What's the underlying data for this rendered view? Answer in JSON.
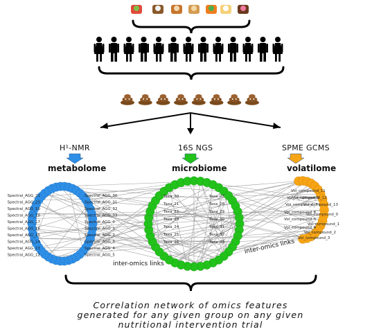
{
  "omics": [
    {
      "tech": "H¹-NMR",
      "name": "metabolome",
      "color": "#2f8fe6"
    },
    {
      "tech": "16S NGS",
      "name": "microbiome",
      "color": "#22c21b"
    },
    {
      "tech": "SPME GCMS",
      "name": "volatilome",
      "color": "#f7a516"
    }
  ],
  "network": {
    "metabolome_labels": [
      "Spectral_AGG_21",
      "Spectral_AGG_20",
      "Spectral_AGG_19",
      "Spectral_AGG_18",
      "Spectral_AGG_17",
      "Spectral_AGG_16",
      "Spectral_AGG_15",
      "Spectral_AGG_14",
      "Spectral_AGG_13",
      "Spectral_AGG_12",
      "Spectral_AGG_30",
      "Spectral_AGG_31",
      "Spectral_AGG_32",
      "Spectral_AGG_33",
      "Spectral_AGG_0",
      "Spectral_AGG_1",
      "Spectral_AGG_2",
      "Spectral_AGG_3",
      "Spectral_AGG_4",
      "Spectral_AGG_5"
    ],
    "microbiome_labels": [
      "Taxa_20",
      "Taxa_21",
      "Taxa_22",
      "Taxa_23",
      "Taxa_24",
      "Taxa_25",
      "Taxa_26",
      "Taxa_27",
      "Taxa_28",
      "Taxa_29",
      "Taxa_30",
      "Taxa_31",
      "Taxa_32",
      "Taxa_33"
    ],
    "volatilome_labels": [
      "Vol_compound_11",
      "Vol_compound_12",
      "Vol_compound_13",
      "Vol_compound_0",
      "Vol_compound_1",
      "Vol_compound_2",
      "Vol_compound_3",
      "Vol_compound_4",
      "Vol_compound_5",
      "Vol_compound_6",
      "Vol_compound_7",
      "Vol_compound_8"
    ],
    "inter_omics_label": "inter-omics links"
  },
  "icons": {
    "food": [
      "salad-bowl-icon",
      "milk-carton-icon",
      "chicken-leg-icon",
      "bread-icon",
      "carrot-icon",
      "egg-icon",
      "cake-icon"
    ],
    "people_count": 13,
    "stool_count": 8
  },
  "caption": {
    "line1": "Correlation network of omics features",
    "line2": "generated for any given group on any given",
    "line3": "nutritional intervention trial"
  }
}
